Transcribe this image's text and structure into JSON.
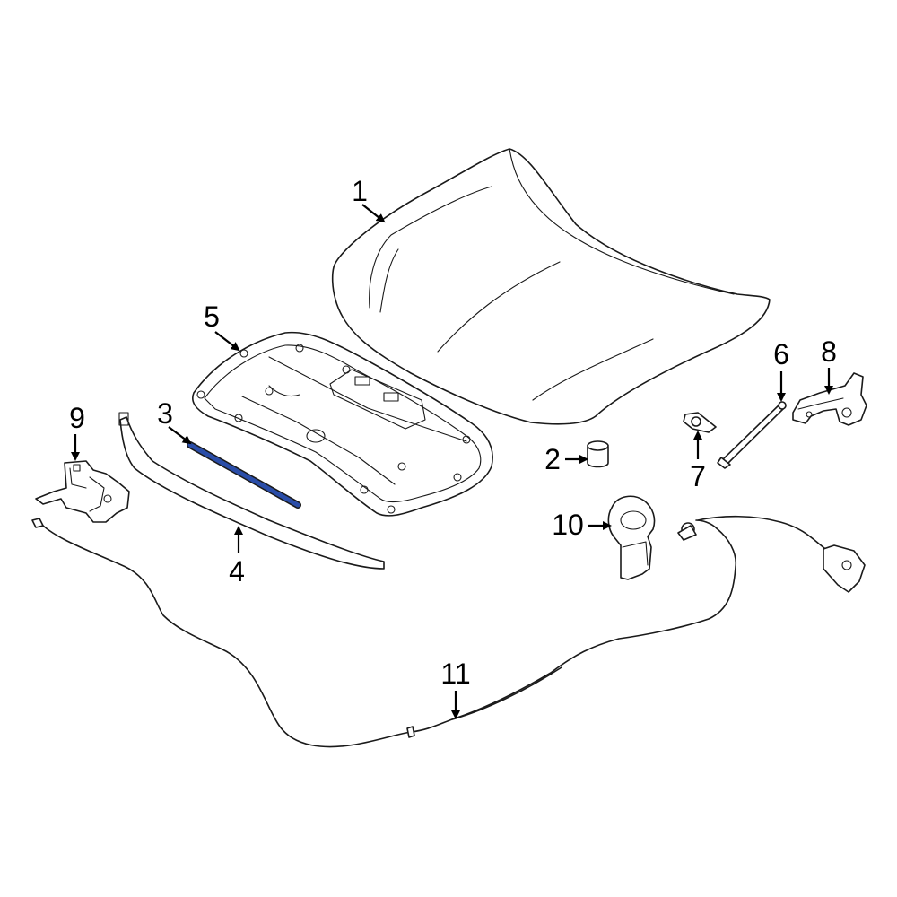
{
  "callouts": {
    "c1": "1",
    "c2": "2",
    "c3": "3",
    "c4": "4",
    "c5": "5",
    "c6": "6",
    "c7": "7",
    "c8": "8",
    "c9": "9",
    "c10": "10",
    "c11": "11"
  },
  "colors": {
    "highlight": "#2a4da8",
    "line": "#1a1a1a",
    "background": "#ffffff"
  }
}
